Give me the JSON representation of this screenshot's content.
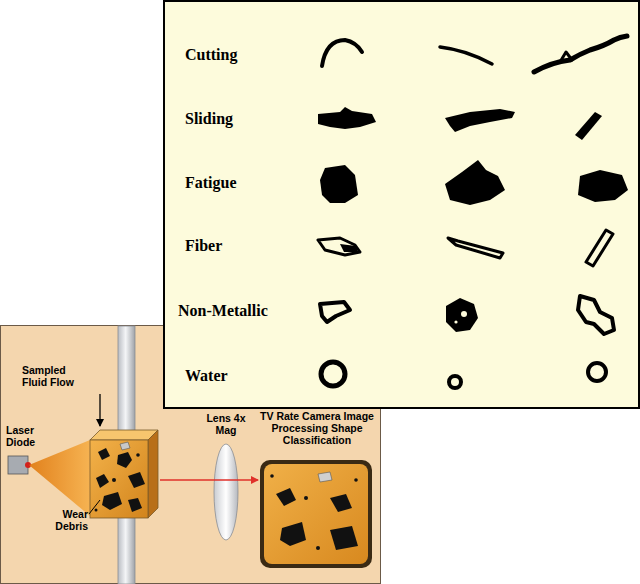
{
  "diagram": {
    "labels": [
      "Cutting",
      "Sliding",
      "Fatigue",
      "Fiber",
      "Non-Metallic",
      "Water",
      "Sampled Fluid Flow",
      "Laser Diode",
      "Wear Debris",
      "Lens 4x Mag",
      "TV Rate Camera Image Processing Shape Classification"
    ]
  }
}
